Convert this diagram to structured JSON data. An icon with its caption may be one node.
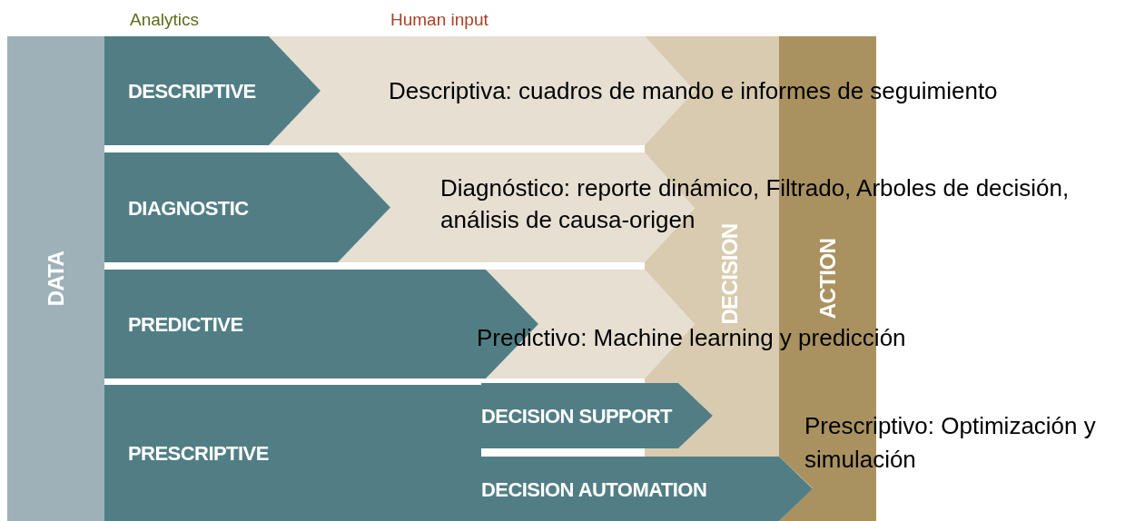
{
  "diagram": {
    "nodes": [
      {
        "text": [
          "DATA"
        ]
      },
      {
        "text": [
          "DESCRIPTIVE"
        ]
      },
      {
        "text": [
          "DIAGNOSTIC"
        ]
      },
      {
        "text": [
          "PREDICTIVE"
        ]
      },
      {
        "text": [
          "PRESCRIPTIVE"
        ]
      },
      {
        "text": [
          "DECISION SUPPORT"
        ]
      },
      {
        "text": [
          "DECISION AUTOMATION"
        ]
      },
      {
        "text": [
          "DECISION"
        ]
      },
      {
        "text": [
          "ACTION"
        ]
      }
    ],
    "labels": [
      "Analytics",
      "Human input",
      "Descriptiva: cuadros de mando e informes de seguimiento",
      "Diagnóstico: reporte dinámico, Filtrado, Arboles de decisión, análisis de causa-origen",
      "Predictivo: Machine learning y predicción",
      "Prescriptivo: Optimización y simulación"
    ]
  }
}
